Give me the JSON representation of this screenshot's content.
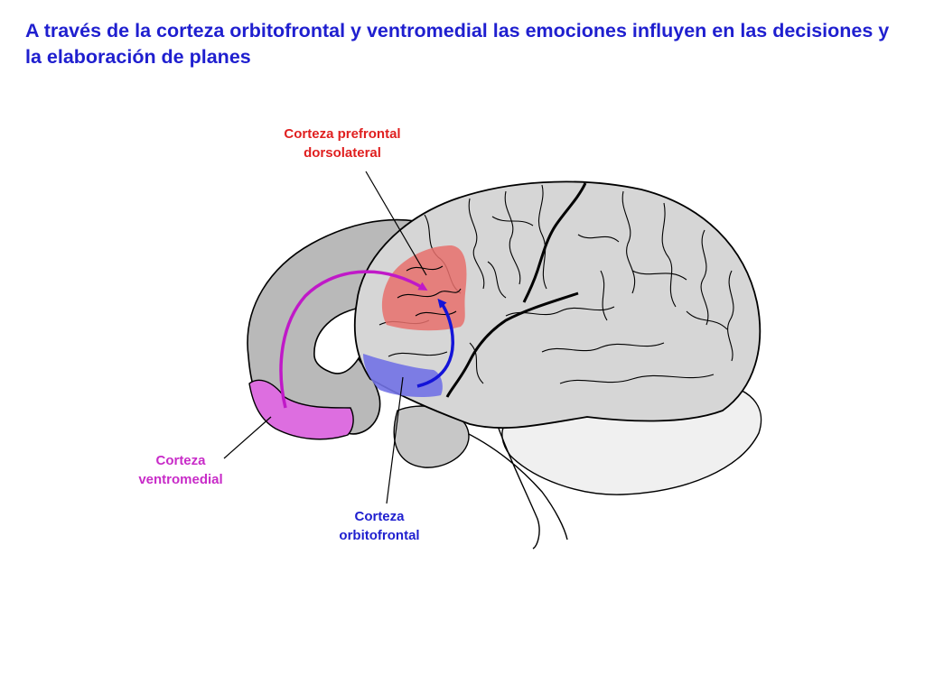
{
  "slide": {
    "title": "A través de la corteza orbitofrontal y ventromedial las emociones influyen en las decisiones y la elaboración de planes"
  },
  "labels": {
    "dorsolateral": {
      "line1": "Corteza prefrontal",
      "line2": "dorsolateral",
      "color": "#e02020"
    },
    "ventromedial": {
      "line1": "Corteza",
      "line2": "ventromedial",
      "color": "#c82cc8"
    },
    "orbitofrontal": {
      "line1": "Corteza",
      "line2": "orbitofrontal",
      "color": "#1f1fcf"
    }
  },
  "regions": {
    "dorsolateral_fill": "#e8706c",
    "ventromedial_fill": "#dd6ee0",
    "orbitofrontal_fill": "#7272e6",
    "brain_fill": "#d6d6d6",
    "cerebellum_fill": "#f0f0f0"
  },
  "arrows": {
    "ventromedial_arrow": "#c019c8",
    "orbitofrontal_arrow": "#1414d8"
  }
}
